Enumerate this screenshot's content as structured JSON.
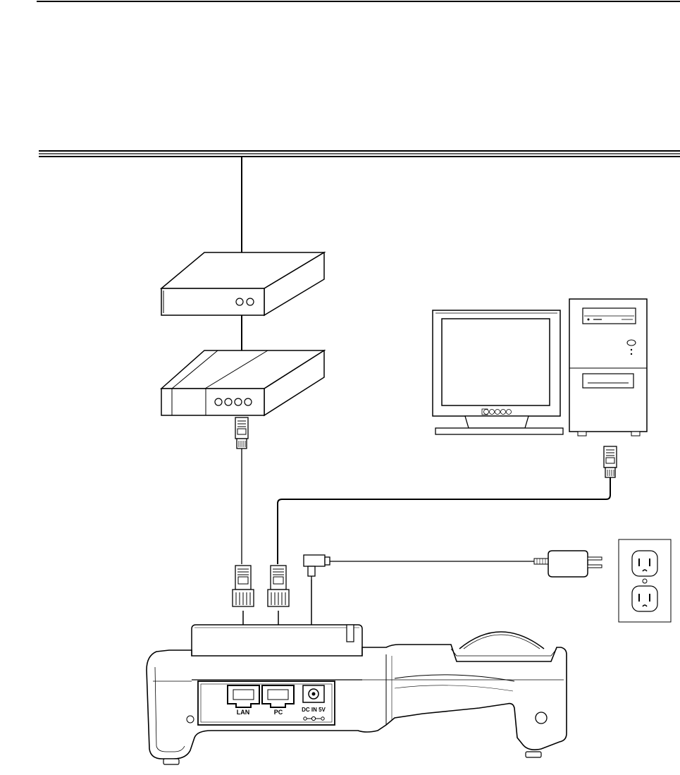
{
  "phone_back_panel": {
    "port_lan": "LAN",
    "port_pc": "PC",
    "port_dc_in": "DC IN 5V"
  },
  "icons": [
    "router-icon",
    "modem-icon",
    "monitor-icon",
    "computer-tower-icon",
    "rj45-plug-icon",
    "power-plug-icon",
    "power-adapter-icon",
    "wall-outlet-icon",
    "ip-phone-icon"
  ],
  "colors": {
    "line": "#000000",
    "background": "#ffffff"
  }
}
